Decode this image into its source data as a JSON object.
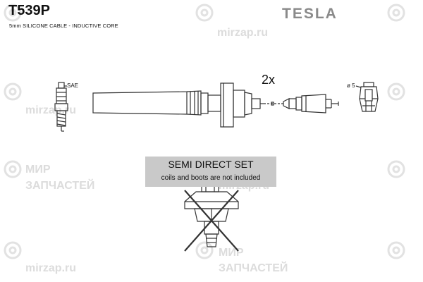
{
  "header": {
    "part_code": "T539P",
    "cable_spec": "5mm SILICONE CABLE - INDUCTIVE CORE",
    "brand": "TESLA"
  },
  "callouts": {
    "spark_plug_type": "SAE",
    "terminal_size": "ø 5",
    "quantity": "2x"
  },
  "notice": {
    "title": "SEMI DIRECT SET",
    "note": "coils and boots are not included"
  },
  "watermark": {
    "site": "mirzap.ru",
    "line1": "МИР",
    "line2": "ЗАПЧАСТЕЙ"
  },
  "colors": {
    "line": "#333333",
    "notice_bg": "#c9c9c9",
    "brand": "#8a8a8a",
    "watermark": "#dcdcdc"
  }
}
